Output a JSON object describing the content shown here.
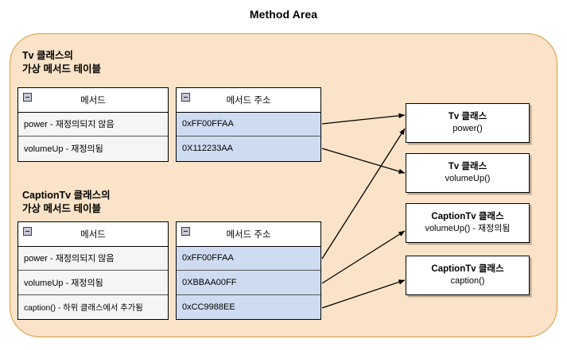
{
  "page": {
    "title": "Method Area",
    "container_name": "method-area",
    "colors": {
      "container_fill": "#fae3c8",
      "container_border": "#d79b3c",
      "method_cell_fill": "#f5f5f5",
      "address_cell_fill": "#cedcf2",
      "box_fill": "#ffffff",
      "text": "#000000"
    }
  },
  "sections": [
    {
      "heading": "Tv 클래스의\n가상 메서드 테이블",
      "method_table": {
        "header": "메서드",
        "header_icon": "collapse-minus-icon",
        "rows": [
          "power - 재정의되지 않음",
          "volumeUp - 재정의됨"
        ]
      },
      "address_table": {
        "header": "메서드 주소",
        "header_icon": "collapse-minus-icon",
        "rows": [
          "0xFF00FFAA",
          "0X112233AA"
        ]
      }
    },
    {
      "heading": "CaptionTv 클래스의\n가상 메서드 테이블",
      "method_table": {
        "header": "메서드",
        "header_icon": "collapse-minus-icon",
        "rows": [
          "power - 재정의되지 않음",
          "volumeUp - 재정의됨",
          "caption() - 하위 클래스에서 추가됨"
        ]
      },
      "address_table": {
        "header": "메서드 주소",
        "header_icon": "collapse-minus-icon",
        "rows": [
          "0xFF00FFAA",
          "0XBBAA00FF",
          "0xCC9988EE"
        ]
      }
    }
  ],
  "method_boxes": [
    {
      "title": "Tv 클래스",
      "subtitle": "power()"
    },
    {
      "title": "Tv 클래스",
      "subtitle": "volumeUp()"
    },
    {
      "title": "CaptionTv 클래스",
      "subtitle": "volumeUp() - 재정의됨"
    },
    {
      "title": "CaptionTv 클래스",
      "subtitle": "caption()"
    }
  ],
  "arrows": [
    {
      "name": "arrow-tv-power",
      "from": "tv-addr-row-0",
      "to": "mbox-0"
    },
    {
      "name": "arrow-tv-volumeup",
      "from": "tv-addr-row-1",
      "to": "mbox-1"
    },
    {
      "name": "arrow-ctv-power",
      "from": "ctv-addr-row-0",
      "to": "mbox-0"
    },
    {
      "name": "arrow-ctv-volumeup",
      "from": "ctv-addr-row-1",
      "to": "mbox-2"
    },
    {
      "name": "arrow-ctv-caption",
      "from": "ctv-addr-row-2",
      "to": "mbox-3"
    }
  ]
}
